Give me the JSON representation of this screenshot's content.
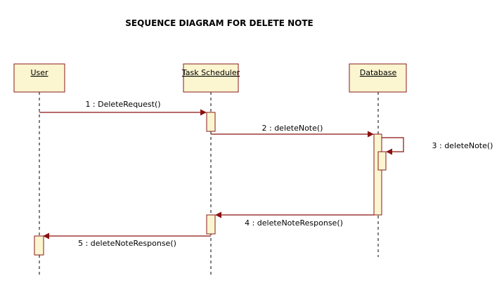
{
  "title": "SEQUENCE DIAGRAM FOR DELETE NOTE",
  "lifelines": {
    "user": "User",
    "task_scheduler": "Task Scheduler",
    "database": "Database"
  },
  "messages": {
    "m1": "1 : DeleteRequest()",
    "m2": "2 : deleteNote()",
    "m3": "3 : deleteNote()",
    "m4": "4 : deleteNoteResponse()",
    "m5": "5 : deleteNoteResponse()"
  },
  "colors": {
    "box_fill": "#fbf6cf",
    "box_stroke": "#8a1a1a",
    "arrow": "#8b1111",
    "activation_fill": "#fbf6cf",
    "lifeline": "#000000",
    "text": "#000000"
  }
}
